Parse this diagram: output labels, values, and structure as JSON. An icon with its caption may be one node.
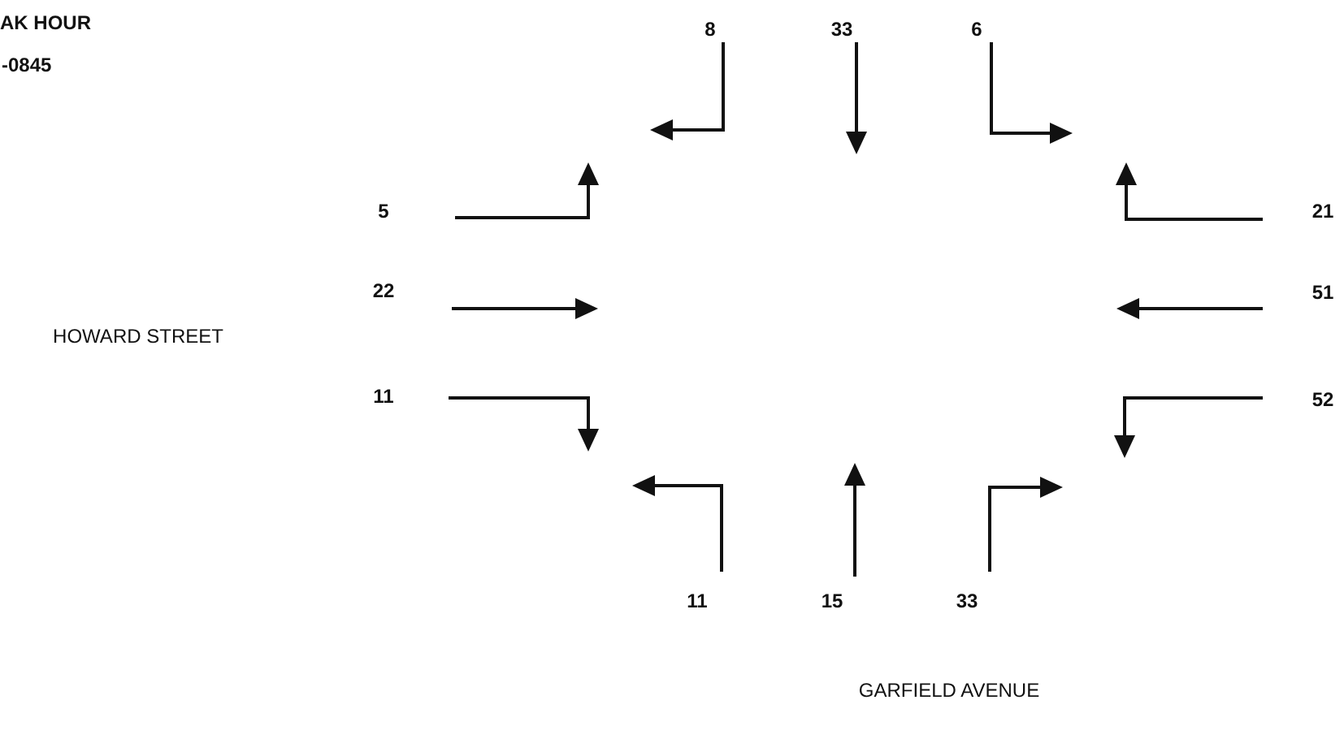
{
  "diagram": {
    "labels": [
      "AK HOUR",
      "-0845",
      "8",
      "33",
      "6",
      "5",
      "21",
      "22",
      "HOWARD STREET",
      "51",
      "11",
      "52",
      "11",
      "15",
      "33",
      "GARFIELD AVENUE"
    ]
  }
}
